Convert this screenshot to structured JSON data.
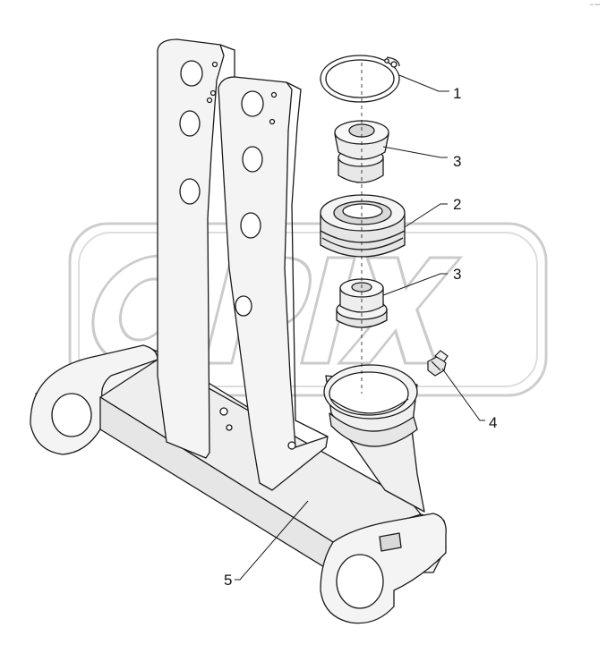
{
  "callouts": {
    "retaining_ring": "1",
    "bearing_housing": "2",
    "bushing_upper": "3",
    "bushing_lower": "3",
    "grease_fitting": "4",
    "bracket_frame": "5"
  },
  "watermark": {
    "text": "OPIX"
  },
  "corner_mark": "ᵉᵖ ᵃᵃᵃ",
  "colors": {
    "line": "#1a1a1a",
    "fill": "#f4f4f4",
    "shade": "#d9d9d9",
    "watermark": "#c8c8c8"
  }
}
